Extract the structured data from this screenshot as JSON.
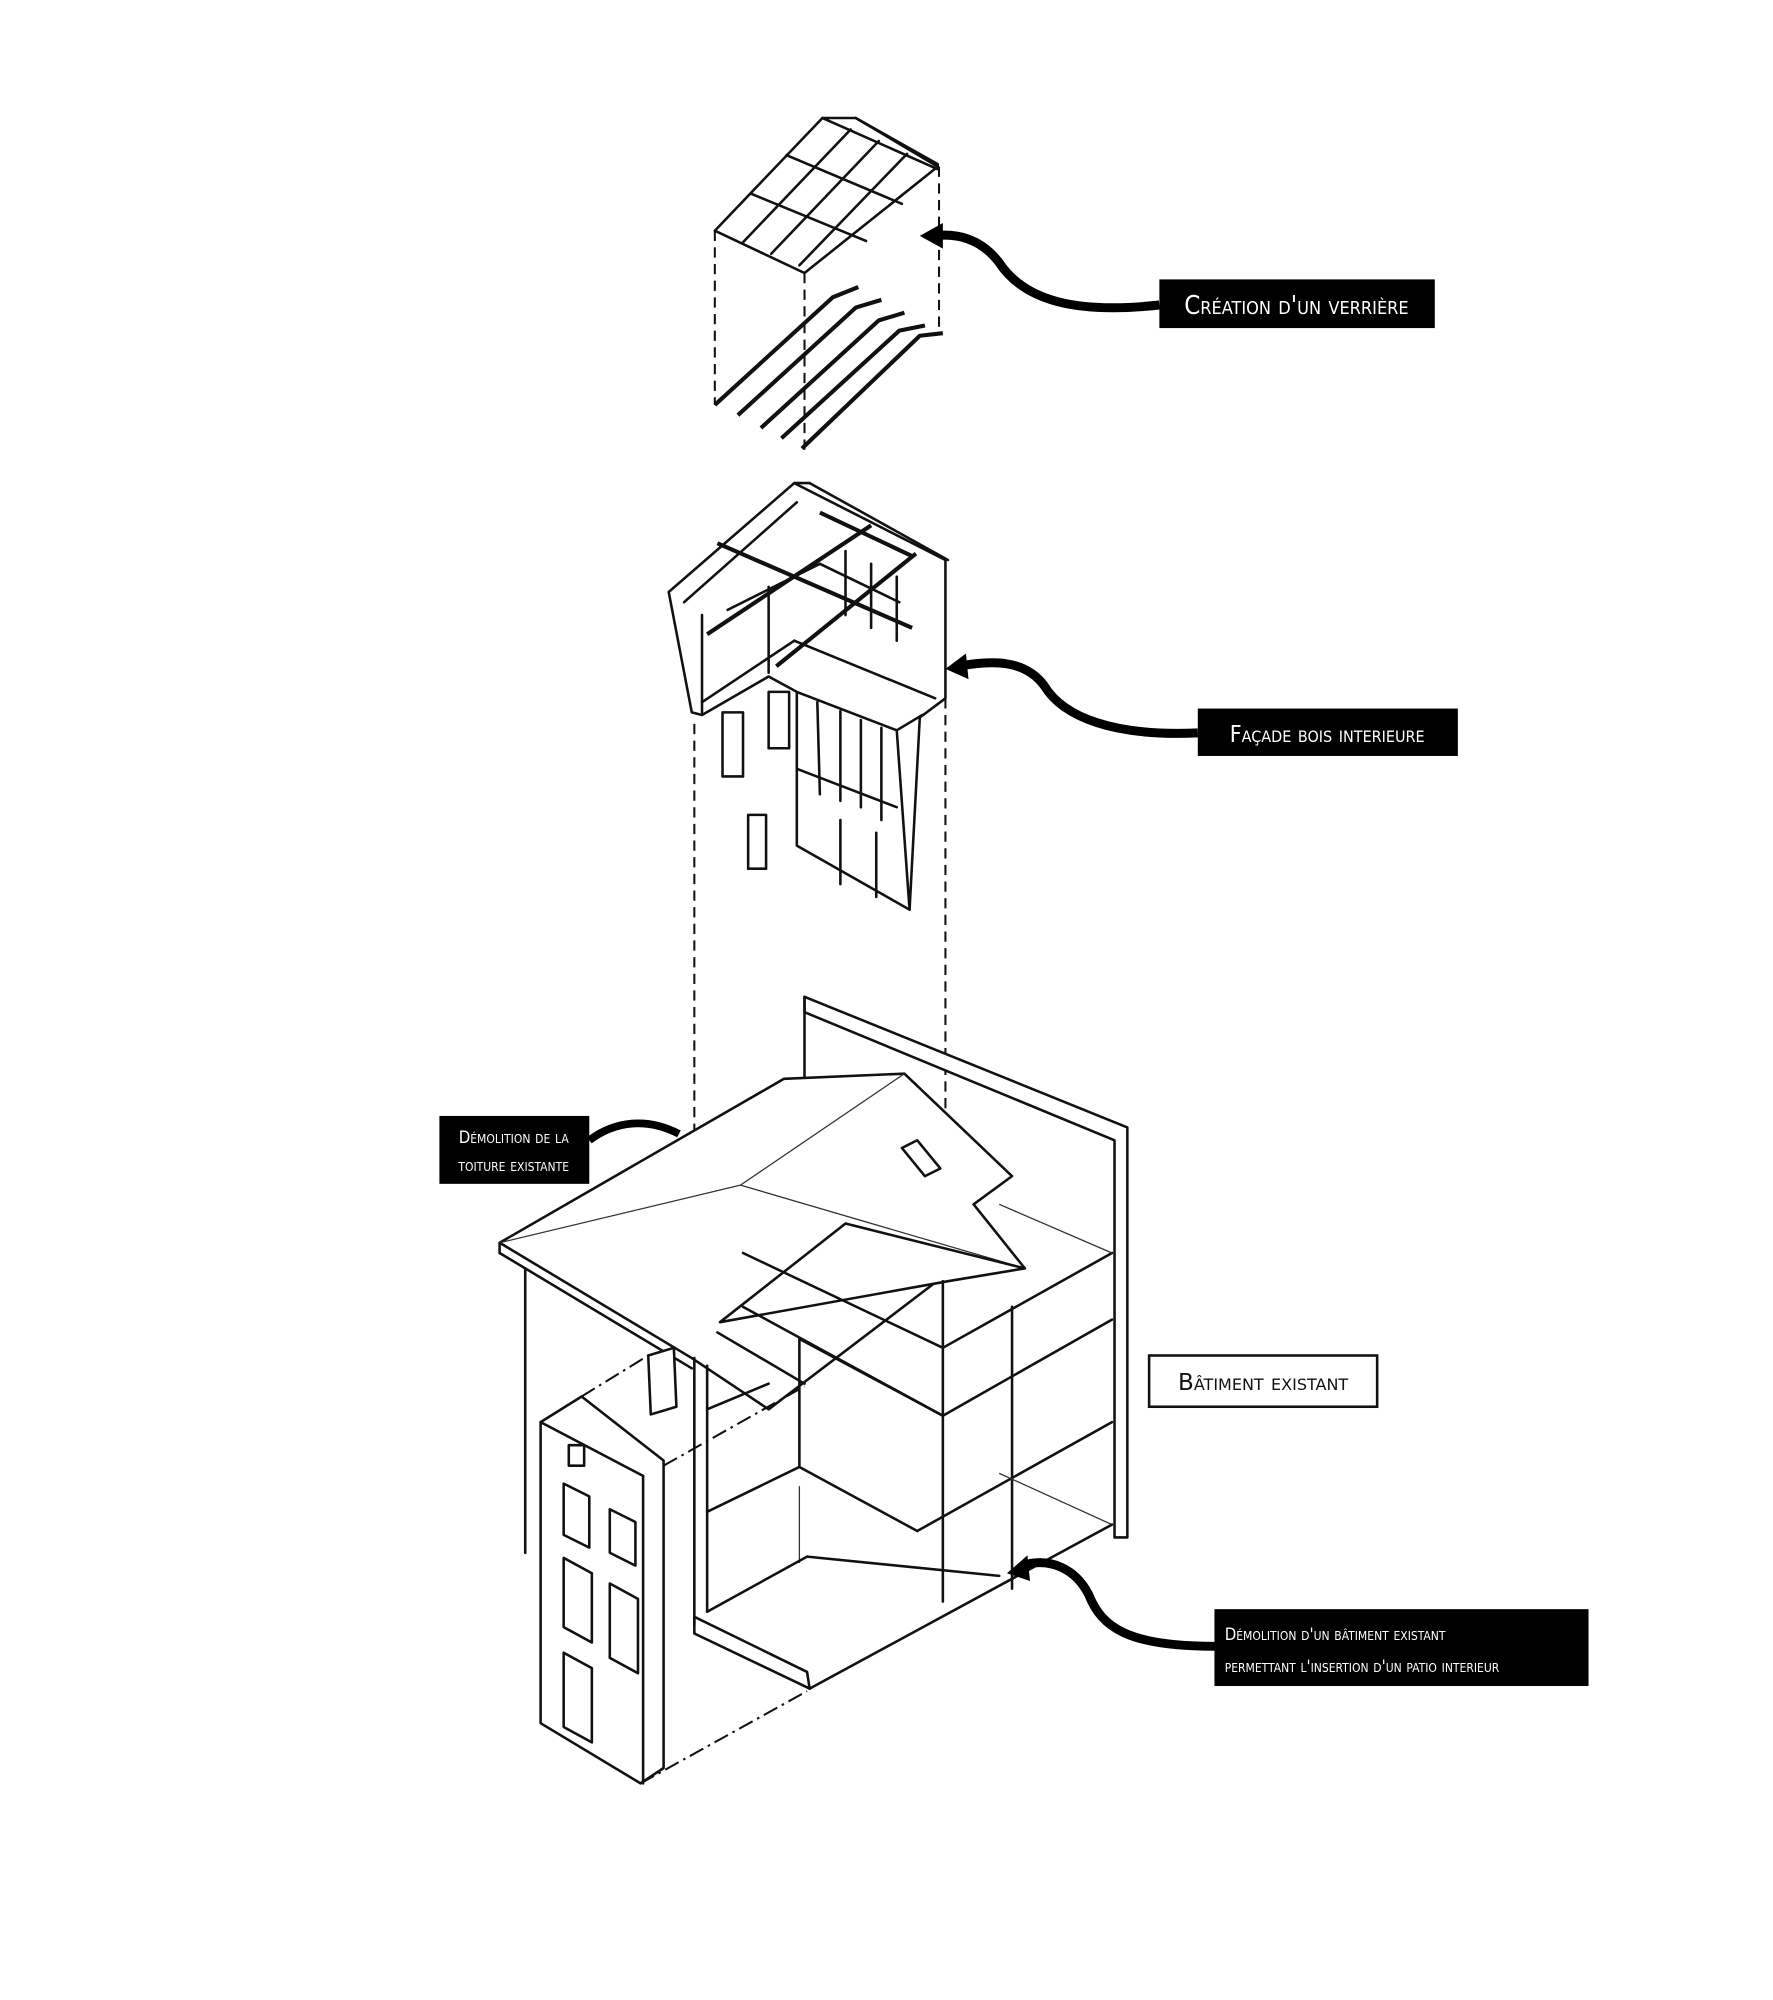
{
  "labels": {
    "verriere": "Création d'un verrière",
    "facade": "Façade bois interieure",
    "toiture_line1": "Démolition de la",
    "toiture_line2": "toiture existante",
    "batiment": "Bâtiment existant",
    "patio_line1": "Démolition d'un bâtiment existant",
    "patio_line2": "permettant l'insertion d'un patio interieur"
  },
  "colors": {
    "ink": "#111111",
    "label_bg": "#000000",
    "label_text": "#ffffff"
  }
}
